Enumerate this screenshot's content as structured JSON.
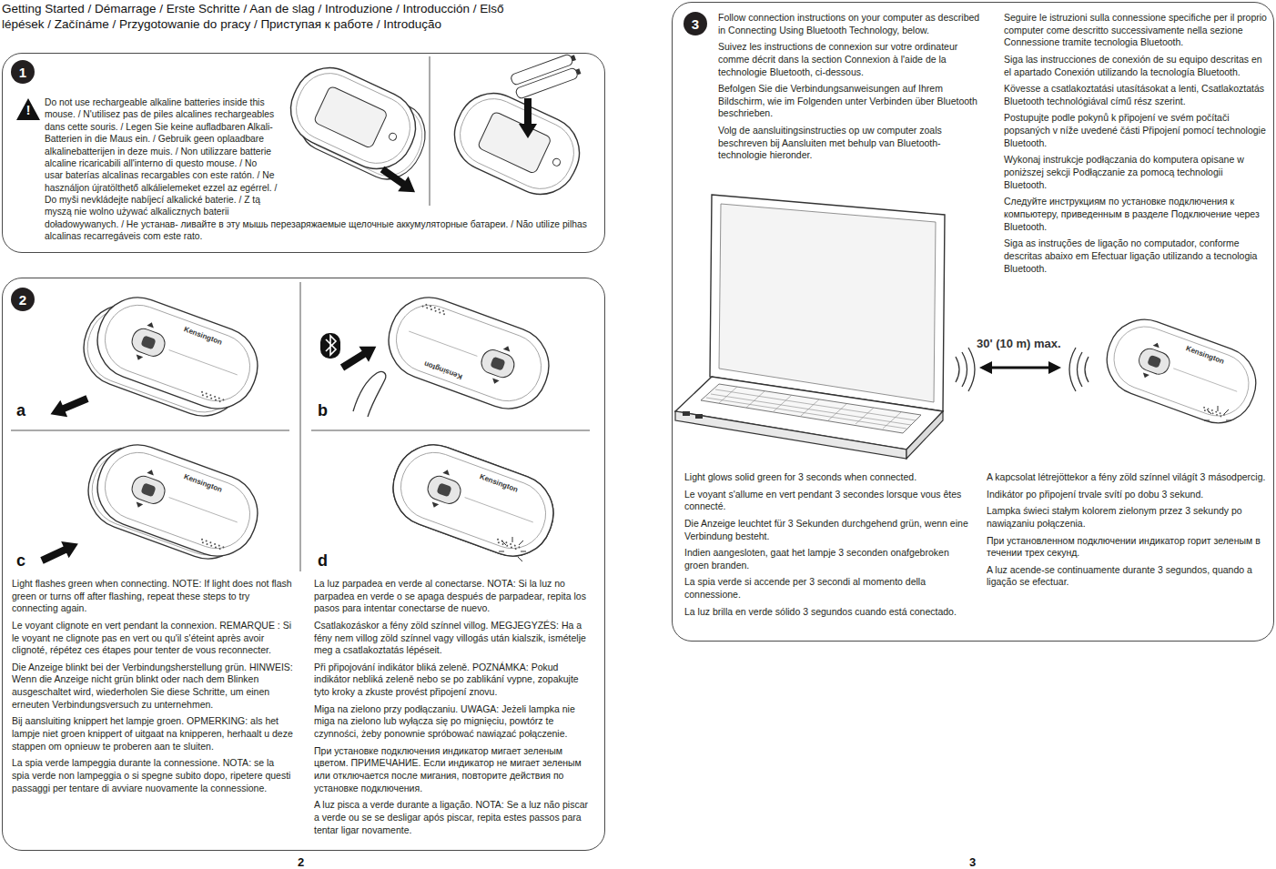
{
  "diagram": {
    "title": "Getting Started / Démarrage / Erste Schritte / Aan de slag / Introduzione / Introducción / Első lépések / Začínáme / Przygotowanie do pracy / Приступая к работе / Introdução",
    "nodes": [
      {
        "text": [
          "Do not use rechargeable alkaline batteries inside this mouse. / N'utilisez pas de piles alcalines rechargeables dans cette souris. / Legen Sie keine aufladbaren Alkali-Batterien in die Maus ein. / Gebruik geen oplaadbare alkalinebatterijen in deze muis. / Non utilizzare batterie alcaline ricaricabili all'interno di questo mouse. / No usar baterías alcalinas recargables con este ratón. / Ne használjon újratölthető alkálielemeket ezzel az egérrel. / Do myši nevkládejte nabíjecí alkalické baterie. / Z tą myszą nie wolno używać alkalicznych baterii doładowywanych. / Не устанав- ливайте в эту мышь перезаряжаемые щелочные аккумуляторные батареи. / Não utilize pilhas alcalinas recarregáveis com este rato."
        ]
      },
      {
        "text": [
          "1"
        ],
        "in": 0
      },
      {
        "text": [
          "Light flashes green when connecting. NOTE: If light does not flash green or turns off after flashing, repeat these steps to try connecting again.",
          "Le voyant clignote en vert pendant la connexion. REMARQUE : Si le voyant ne clignote pas en vert ou qu'il s'éteint après avoir clignoté, répétez ces étapes pour tenter de vous reconnecter.",
          "Die Anzeige blinkt bei der Verbindungsherstellung grün. HINWEIS: Wenn die Anzeige nicht grün blinkt oder nach dem Blinken ausgeschaltet wird, wiederholen Sie diese Schritte, um einen erneuten Verbindungsversuch zu unternehmen.",
          "Bij aansluiting knippert het lampje groen. OPMERKING: als het lampje niet groen knippert of uitgaat na knipperen, herhaalt u deze stappen om opnieuw te proberen aan te sluiten.",
          "La spia verde lampeggia durante la connessione. NOTA: se la spia verde non lampeggia o si spegne subito dopo, ripetere questi passaggi per tentare di avviare nuovamente la connessione.",
          "La luz parpadea en verde al conectarse. NOTA: Si la luz no parpadea en verde o se apaga después de parpadear, repita los pasos para intentar conectarse de nuevo.",
          "Csatlakozáskor a fény zöld színnel villog. MEGJEGYZÉS: Ha a fény nem villog zöld színnel vagy villogás után kialszik, ismételje meg a csatlakoztatás lépéseit.",
          "Při připojování indikátor bliká zeleně. POZNÁMKA: Pokud indikátor nebliká zeleně nebo se po zablikání vypne, zopakujte tyto kroky a zkuste provést připojení znovu.",
          "Miga na zielono przy podłączaniu. UWAGA: Jeżeli lampka nie miga na zielono lub wyłącza się po mignięciu, powtórz te czynności, żeby ponownie spróbować nawiązać połączenie.",
          "При установке подключения индикатор мигает зеленым цветом. ПРИМЕЧАНИЕ. Если индикатор не мигает зеленым или отключается после мигания, повторите действия по установке подключения.",
          "A luz pisca a verde durante a ligação. NOTA: Se a luz não piscar a verde ou se se desligar após piscar, repita estes passos para tentar ligar novamente."
        ]
      },
      {
        "text": [
          "2"
        ],
        "in": 2
      },
      {
        "text": [
          "Follow connection instructions on your computer as described in Connecting Using Bluetooth Technology, below.",
          "Suivez les instructions de connexion sur votre ordinateur comme décrit dans la section Connexion à l'aide de la technologie Bluetooth, ci-dessous.",
          "Befolgen Sie die Verbindungsanweisungen auf Ihrem Bildschirm, wie im Folgenden unter Verbinden über Bluetooth beschrieben.",
          "Volg de aansluitingsinstructies op uw computer zoals beschreven bij Aansluiten met behulp van Bluetooth-technologie hieronder.",
          "Seguire le istruzioni sulla connessione specifiche per il proprio computer come descritto successivamente nella sezione Connessione tramite tecnologia Bluetooth.",
          "Siga las instrucciones de conexión de su equipo descritas en el apartado Conexión utilizando la tecnología Bluetooth.",
          "Kövesse a csatlakoztatási utasításokat a lenti, Csatlakoztatás Bluetooth technológiával című rész szerint.",
          "Postupujte podle pokynů k připojení ve svém počítači popsaných v níže uvedené části Připojení pomocí technologie Bluetooth.",
          "Wykonaj instrukcje podłączania do komputera opisane w poniższej sekcji Podłączanie za pomocą technologii Bluetooth.",
          "Следуйте инструкциям по установке подключения к компьютеру, приведенным в разделе Подключение через Bluetooth.",
          "Siga as instruções de ligação no computador, conforme descritas abaixo em Efectuar ligação utilizando a tecnologia Bluetooth.",
          "Light glows solid green for 3 seconds when connected.",
          "Le voyant s'allume en vert pendant 3 secondes lorsque vous êtes connecté.",
          "Die Anzeige leuchtet für 3 Sekunden durchgehend grün, wenn eine Verbindung besteht.",
          "Indien aangesloten, gaat het lampje 3 seconden onafgebroken groen branden.",
          "La spia verde si accende per 3 secondi al momento della connessione.",
          "La luz brilla en verde sólido 3 segundos cuando está conectado.",
          "A kapcsolat létrejöttekor a fény zöld színnel világít 3 másodpercig.",
          "Indikátor po připojení trvale svítí po dobu 3 sekund.",
          "Lampka świeci stałym kolorem zielonym przez 3 sekundy po nawiązaniu połączenia.",
          "При установленном подключении индикатор горит зеленым в течении трех секунд.",
          "A luz acende-se continuamente durante 3 segundos, quando a ligação se efectuar."
        ]
      },
      {
        "text": [
          "3"
        ],
        "in": 4
      }
    ],
    "labels": [
      "!",
      "a",
      "b",
      "c",
      "d",
      "Kensington",
      "Kensington",
      "Kensington",
      "Kensington",
      "Kensington",
      "30' (10 m) max.",
      "2",
      "3"
    ]
  }
}
